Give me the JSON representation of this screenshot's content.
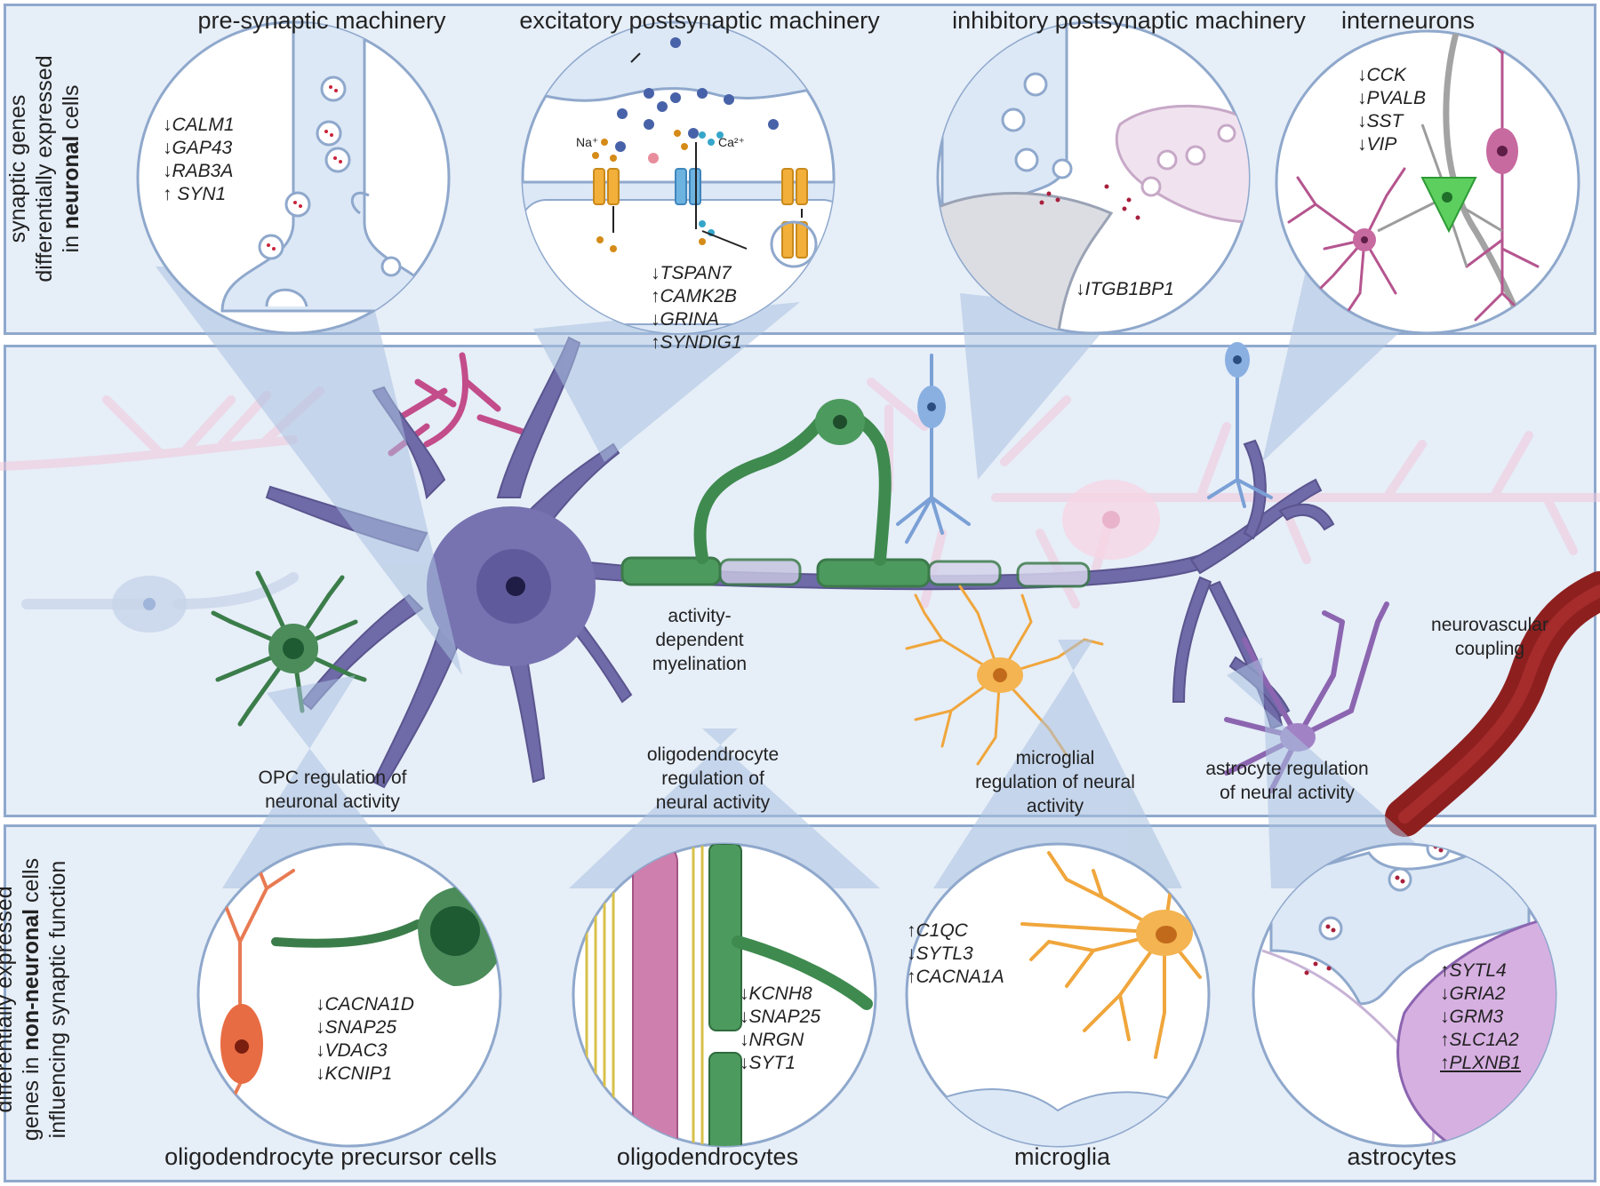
{
  "colors": {
    "panel_fill": "#e6eef8",
    "panel_border": "#8fa8cc",
    "neuron_purple": "#6f6aa8",
    "myelin_green": "#3f8a4f",
    "opc_green": "#3b7d4a",
    "microglia_orange": "#f0a63c",
    "astrocyte_purple": "#8c65b0",
    "vessel_red": "#8e1f1f",
    "faint_pink": "#f3d3e2",
    "interneuron_magenta": "#b5558f"
  },
  "top_panel": {
    "side_label_lines": [
      "synaptic genes",
      "differentially expressed",
      "in"
    ],
    "side_label_bold": "neuronal",
    "side_label_tail": "cells",
    "headings": {
      "presynaptic": "pre-synaptic machinery",
      "excitatory": "excitatory postsynaptic machinery",
      "inhibitory": "inhibitory postsynaptic machinery",
      "interneurons": "interneurons"
    },
    "genes": {
      "presynaptic": [
        "↓CALM1",
        "↓GAP43",
        "↓RAB3A",
        "↑ SYN1"
      ],
      "excitatory": [
        "↓TSPAN7",
        "↑CAMK2B",
        "↓GRINA",
        "↑SYNDIG1"
      ],
      "inhibitory": [
        "↓ITGB1BP1"
      ],
      "interneurons": [
        "↓CCK",
        "↓PVALB",
        "↓SST",
        "↓VIP"
      ]
    },
    "ion_labels": {
      "sodium": "Na⁺",
      "calcium": "Ca²⁺"
    }
  },
  "middle_panel": {
    "captions": {
      "myelination": [
        "activity-",
        "dependent",
        "myelination"
      ],
      "neurovascular": [
        "neurovascular",
        "coupling"
      ],
      "opc": [
        "OPC regulation of",
        "neuronal activity"
      ],
      "oligo": [
        "oligodendrocyte",
        "regulation of",
        "neural activity"
      ],
      "microglia": [
        "microglial",
        "regulation of neural",
        "activity"
      ],
      "astrocyte": [
        "astrocyte regulation",
        "of neural activity"
      ]
    }
  },
  "bottom_panel": {
    "side_label_lines": [
      "differentially expressed"
    ],
    "side_label_prefix": "genes in",
    "side_label_bold": "non-neuronal",
    "side_label_suffix": "cells",
    "side_label_last": "influencing synaptic function",
    "genes": {
      "opc": [
        "↓CACNA1D",
        "↓SNAP25",
        "↓VDAC3",
        "↓KCNIP1"
      ],
      "oligodendrocytes": [
        "↓KCNH8",
        "↓SNAP25",
        "↓NRGN",
        "↓SYT1"
      ],
      "microglia": [
        "↑C1QC",
        "↓SYTL3",
        "↑CACNA1A"
      ],
      "astrocytes": [
        "↑SYTL4",
        "↓GRIA2",
        "↓GRM3",
        "↑SLC1A2"
      ],
      "astrocytes_underlined": "↑PLXNB1"
    },
    "cell_labels": {
      "opc": "oligodendrocyte precursor cells",
      "oligodendrocytes": "oligodendrocytes",
      "microglia": "microglia",
      "astrocytes": "astrocytes"
    }
  }
}
